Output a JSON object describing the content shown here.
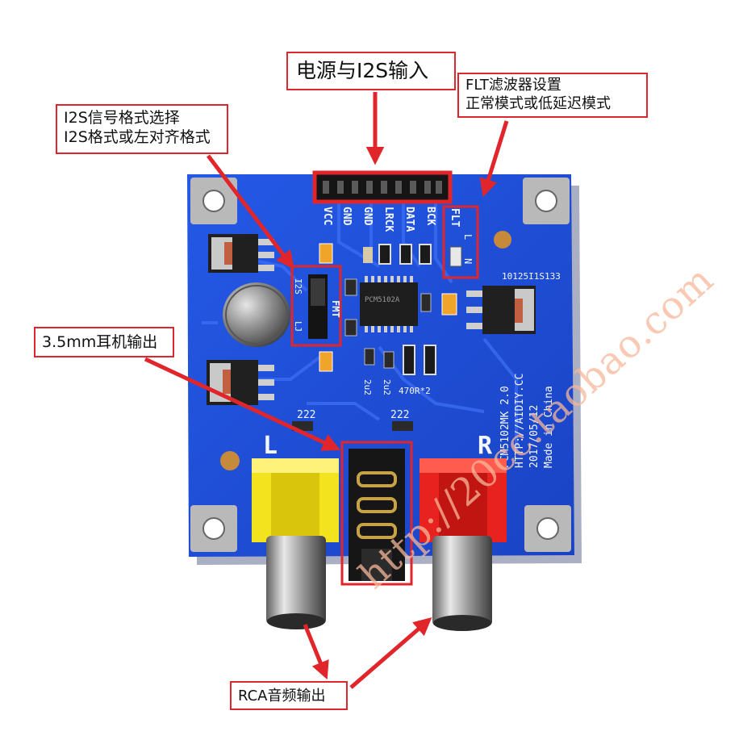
{
  "callouts": {
    "power": "电源与I2S输入",
    "flt_line1": "FLT滤波器设置",
    "flt_line2": "正常模式或低延迟模式",
    "i2s_line1": "I2S信号格式选择",
    "i2s_line2": "I2S格式或左对齐格式",
    "jack": "3.5mm耳机输出",
    "rca": "RCA音频输出"
  },
  "board": {
    "header_pins": [
      "VCC",
      "GND",
      "GND",
      "LRCK",
      "DATA",
      "BCK"
    ],
    "flt_label": "FLT",
    "flt_l": "L",
    "flt_n": "N",
    "fmt_label": "FMT",
    "i2s_opt": "I2S",
    "lj_opt": "LJ",
    "chip_text": "PCM5102A",
    "code": "10125I1S133",
    "cap_1": "2u2",
    "cap_2": "2u2",
    "res": "470R*2",
    "cap_222_left": "222",
    "cap_222_right": "222",
    "left_channel": "L",
    "right_channel": "R",
    "info_line1": "PCM5102MK 2.0",
    "info_line2": "HTTP://AIDIY.CC",
    "info_line3": "2017/05/12",
    "info_line4": "Made in China"
  },
  "watermark": "http://20cc.taobao.com",
  "colors": {
    "pcb": "#1f4fd6",
    "callout_border": "#e0262b",
    "arrow": "#e0262b",
    "rca_left": "#f3e21e",
    "rca_right": "#e8231f"
  }
}
